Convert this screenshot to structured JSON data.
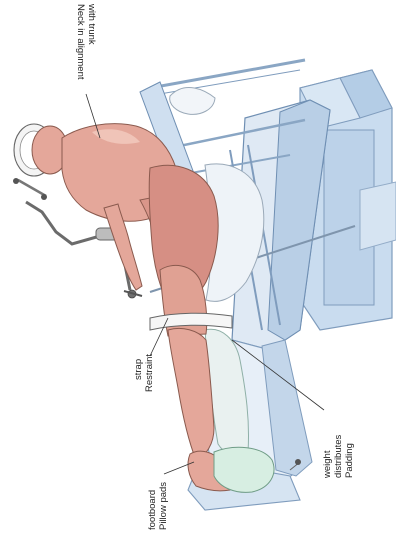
{
  "diagram": {
    "labels": {
      "neck": [
        "Neck in alignment",
        "with trunk"
      ],
      "restraint": [
        "Restraint",
        "strap"
      ],
      "padding": [
        "Padding",
        "distributes",
        "weight"
      ],
      "pillow": [
        "Pillow pads",
        "footboard"
      ]
    },
    "colors": {
      "skin": "#e4a79a",
      "skin_shadow": "#c98676",
      "table": "#c9dcef",
      "table_dark": "#a7c1dc",
      "padding": "#eef3f8",
      "outline": "#555555",
      "leader": "#333333"
    }
  }
}
